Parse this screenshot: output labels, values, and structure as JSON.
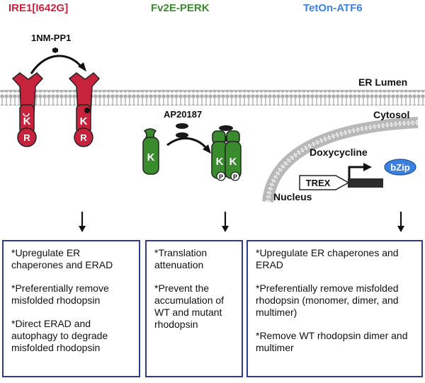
{
  "headers": {
    "ire1": "IRE1[I642G]",
    "perk": "Fv2E-PERK",
    "atf6": "TetOn-ATF6"
  },
  "labels": {
    "ligand1": "1NM-PP1",
    "ligand2": "AP20187",
    "er_lumen": "ER Lumen",
    "cytosol": "Cytosol",
    "doxycycline": "Doxycycline",
    "nucleus": "Nucleus",
    "trex": "TREX",
    "bzip": "bZip"
  },
  "domains": {
    "kinase": "K",
    "rnase": "R",
    "phospho": "P"
  },
  "boxes": {
    "ire1": [
      "*Upregulate ER chaperones and ERAD",
      "*Preferentially remove misfolded rhodopsin",
      "*Direct ERAD and autophagy to degrade misfolded rhodopsin"
    ],
    "perk": [
      "*Translation attenuation",
      "*Prevent the accumulation of WT and mutant rhodopsin"
    ],
    "atf6": [
      "*Upregulate ER chaperones and ERAD",
      "*Preferentially remove misfolded rhodopsin (monomer, dimer, and multimer)",
      "*Remove WT rhodopsin dimer and multimer"
    ]
  },
  "colors": {
    "ire1": "#c8233c",
    "perk": "#3a8a2e",
    "atf6": "#3b82e0",
    "box_border": "#2e3a8c",
    "membrane": "#b8b8b8",
    "promoter": "#2c2c2c"
  }
}
